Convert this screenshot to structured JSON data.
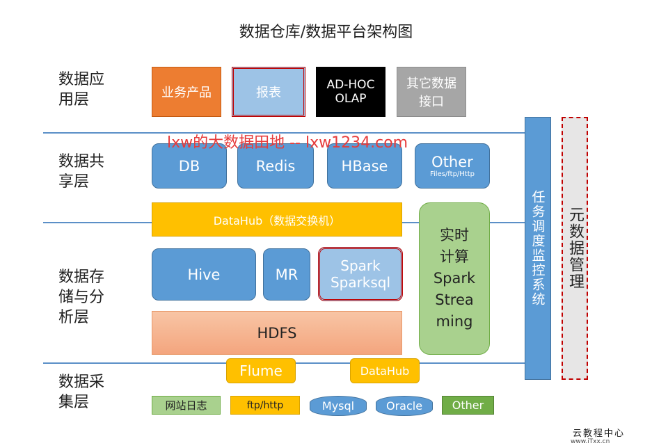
{
  "title": "数据仓库/数据平台架构图",
  "watermark": "lxw的大数据田地 -- lxw1234.com",
  "layers": {
    "application": [
      "数据应",
      "用层"
    ],
    "sharing": [
      "数据共",
      "享层"
    ],
    "storage": [
      "数据存",
      "储与分",
      "析层"
    ],
    "collection": [
      "数据采",
      "集层"
    ]
  },
  "application_boxes": {
    "business": "业务产品",
    "report": "报表",
    "adhoc": [
      "AD-HOC",
      "OLAP"
    ],
    "other_api": [
      "其它数据",
      "接口"
    ]
  },
  "sharing_boxes": {
    "db": "DB",
    "redis": "Redis",
    "hbase": "HBase",
    "other": "Other",
    "other_sub": "Files/ftp/Http"
  },
  "datahub_bar": "DataHub（数据交换机）",
  "storage_boxes": {
    "hive": "Hive",
    "mr": "MR",
    "spark": [
      "Spark",
      "Sparksql"
    ],
    "hdfs": "HDFS"
  },
  "realtime": [
    "实时",
    "计算",
    "Spark",
    "Strea",
    "ming"
  ],
  "scheduler": "任务调度监控系统",
  "metadata": "元数据管理",
  "collection_tools": {
    "flume": "Flume",
    "datahub": "DataHub"
  },
  "sources": {
    "weblog": "网站日志",
    "ftp": "ftp/http",
    "mysql": "Mysql",
    "oracle": "Oracle",
    "other": "Other"
  },
  "footer": {
    "brand": "云教程中心",
    "url": "www.iTxx.cn"
  },
  "colors": {
    "blue": "#5b9bd5",
    "orange": "#ed7d31",
    "yellow": "#ffc000",
    "green": "#a9d18e",
    "red": "#c00000"
  }
}
